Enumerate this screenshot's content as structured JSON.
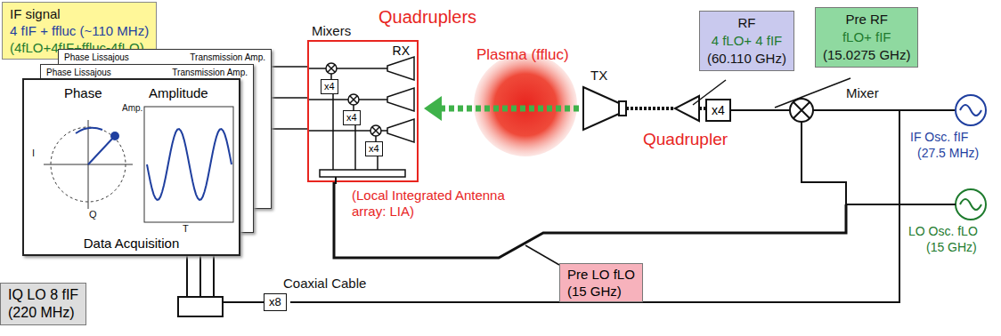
{
  "diagram": {
    "nodes": [
      {
        "text": [
          "IF signal",
          "4 fIF + ffluc (~110 MHz)",
          "(4fLO+4fIF+ffluc-4fLO)"
        ]
      },
      {
        "text": [
          "Phase Lissajous",
          "Transmission Amp."
        ]
      },
      {
        "text": [
          "Phase Lissajous",
          "Transmission Amp."
        ]
      },
      {
        "text": [
          "Phase",
          "Amplitude",
          "Data Acquisition"
        ]
      },
      {
        "text": [
          "RX",
          "(Local Integrated Antenna array: LIA)"
        ]
      },
      {
        "text": [
          "x4"
        ],
        "in": 4
      },
      {
        "text": [
          "x4"
        ],
        "in": 4
      },
      {
        "text": [
          "x4"
        ],
        "in": 4
      },
      {
        "text": [
          "RF",
          "4 fLO+ 4 fIF",
          "(60.110 GHz)"
        ]
      },
      {
        "text": [
          "Pre RF",
          "fLO+ fIF",
          "(15.0275 GHz)"
        ]
      },
      {
        "text": [
          "x4"
        ]
      },
      {
        "text": [
          "Pre LO fLO",
          "(15 GHz)"
        ]
      },
      {
        "text": [
          "x8"
        ]
      },
      {
        "text": [
          "IQ LO 8 fIF",
          "(220 MHz)"
        ]
      }
    ],
    "edges": [
      {
        "from": 4,
        "to": 1,
        "arrow": "none"
      },
      {
        "from": 4,
        "to": 2,
        "arrow": "none"
      },
      {
        "from": 4,
        "to": 3,
        "arrow": "none"
      }
    ],
    "labels": [
      "Quadruplers",
      "Mixers",
      "Plasma (ffluc)",
      "TX",
      "Mixer",
      "Quadrupler",
      "IF Osc. fIF",
      "(27.5 MHz)",
      "LO Osc. fLO",
      "(15 GHz)",
      "Coaxial Cable",
      "I",
      "Q",
      "T",
      "Amp."
    ]
  }
}
